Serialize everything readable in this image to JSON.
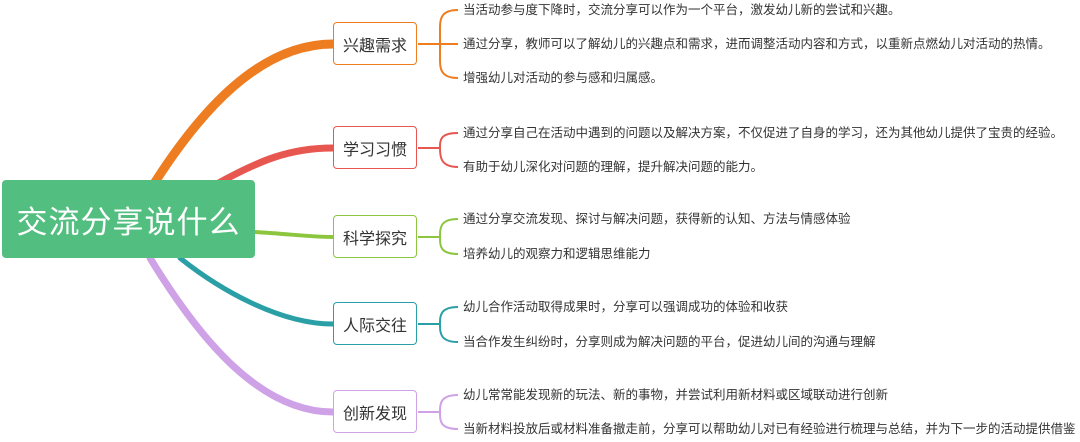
{
  "root": {
    "label": "交流分享说什么",
    "color": "#52bf80"
  },
  "branches": [
    {
      "label": "兴趣需求",
      "color": "#ee7d22",
      "items": [
        "当活动参与度下降时，交流分享可以作为一个平台，激发幼儿新的尝试和兴趣。",
        "通过分享，教师可以了解幼儿的兴趣点和需求，进而调整活动内容和方式，以重新点燃幼儿对活动的热情。",
        "增强幼儿对活动的参与感和归属感。"
      ]
    },
    {
      "label": "学习习惯",
      "color": "#e8574f",
      "items": [
        "通过分享自己在活动中遇到的问题以及解决方案，不仅促进了自身的学习，还为其他幼儿提供了宝贵的经验。",
        "有助于幼儿深化对问题的理解，提升解决问题的能力。"
      ]
    },
    {
      "label": "科学探究",
      "color": "#8cc63f",
      "items": [
        "通过分享交流发现、探讨与解决问题，获得新的认知、方法与情感体验",
        "培养幼儿的观察力和逻辑思维能力"
      ]
    },
    {
      "label": "人际交往",
      "color": "#2a9fa5",
      "items": [
        "幼儿合作活动取得成果时，分享可以强调成功的体验和收获",
        "当合作发生纠纷时，分享则成为解决问题的平台，促进幼儿间的沟通与理解"
      ]
    },
    {
      "label": "创新发现",
      "color": "#cfa1e6",
      "items": [
        "幼儿常常能发现新的玩法、新的事物，并尝试利用新材料或区域联动进行创新",
        "当新材料投放后或材料准备撤走前，分享可以帮助幼儿对已有经验进行梳理与总结，并为下一步的活动提供借鉴"
      ]
    }
  ]
}
